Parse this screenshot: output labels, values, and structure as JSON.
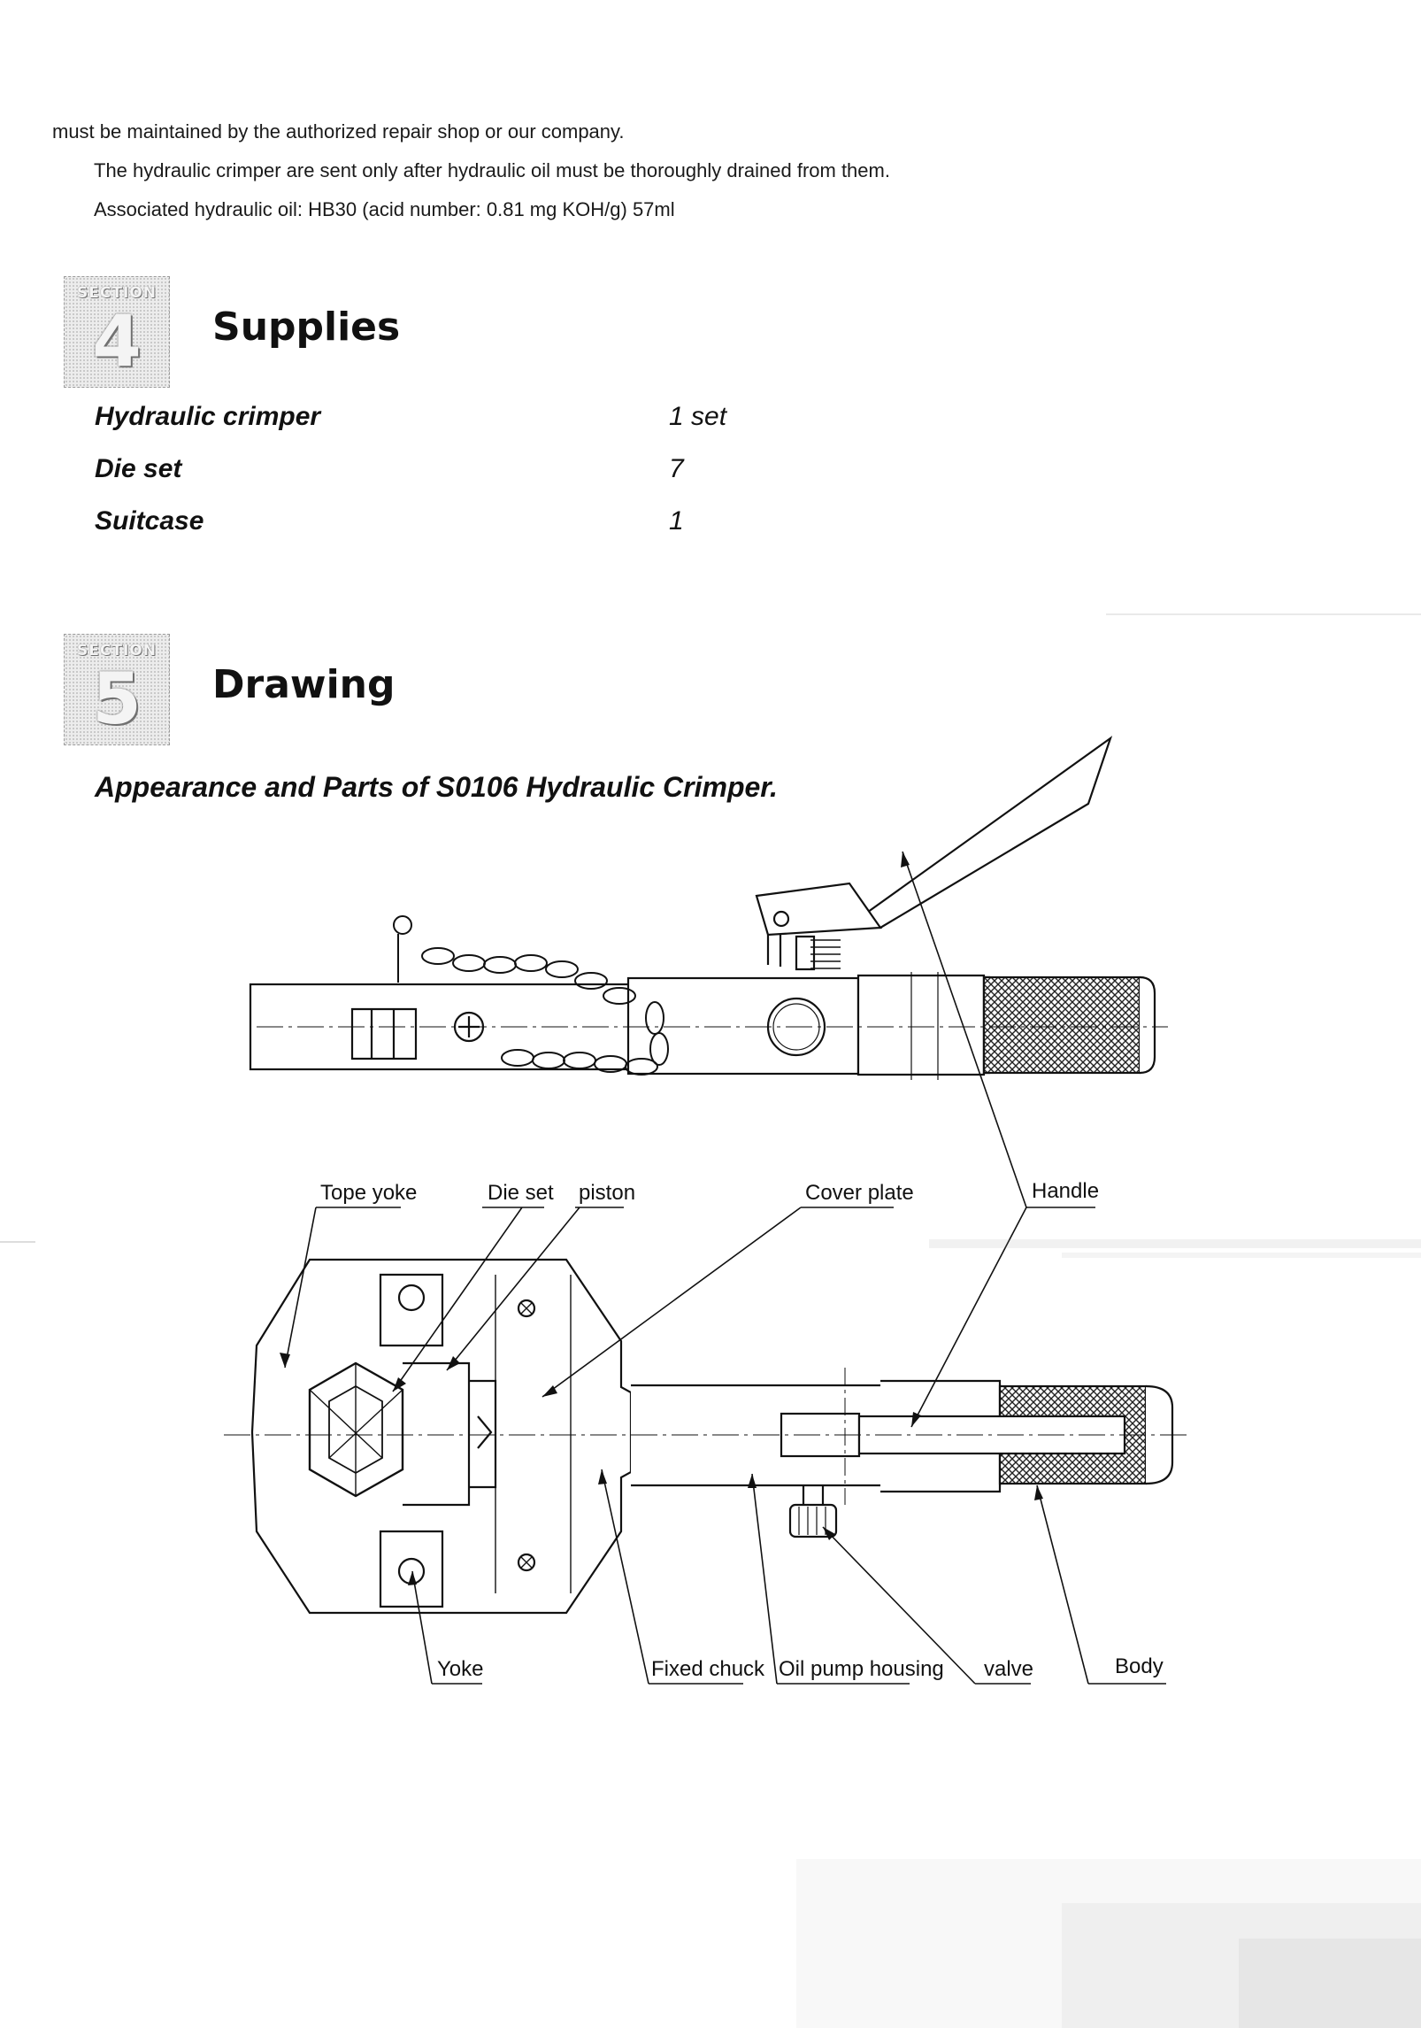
{
  "intro": {
    "line1": "must be maintained by the authorized repair shop or our company.",
    "line2": "The hydraulic crimper are sent only after hydraulic oil must be thoroughly drained from them.",
    "line3": "Associated hydraulic oil: HB30 (acid number: 0.81 mg KOH/g) 57ml"
  },
  "section4": {
    "badge_word": "SECTION",
    "badge_number": "4",
    "title": "Supplies",
    "items": [
      {
        "name": "Hydraulic crimper",
        "qty": "1 set"
      },
      {
        "name": "Die set",
        "qty": "7"
      },
      {
        "name": "Suitcase",
        "qty": "1"
      }
    ]
  },
  "section5": {
    "badge_word": "SECTION",
    "badge_number": "5",
    "title": "Drawing",
    "subtitle": "Appearance and Parts of S0106 Hydraulic Crimper.",
    "callouts": {
      "tope_yoke": "Tope yoke",
      "die_set": "Die set",
      "piston": "piston",
      "cover_plate": "Cover plate",
      "handle": "Handle",
      "yoke": "Yoke",
      "fixed_chuck": "Fixed chuck",
      "oil_pump_housing": "Oil pump housing",
      "valve": "valve",
      "body": "Body"
    }
  }
}
